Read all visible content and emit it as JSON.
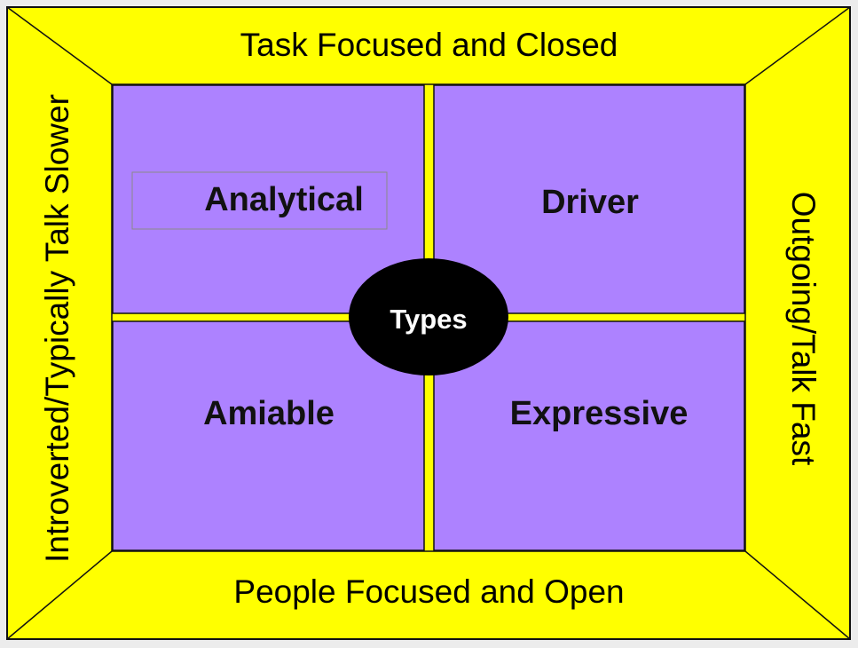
{
  "diagram": {
    "edges": {
      "top": "Task Focused and Closed",
      "bottom": "People Focused and Open",
      "left": "Introverted/Typically Talk Slower",
      "right": "Outgoing/Talk Fast"
    },
    "quadrants": {
      "top_left": "Analytical",
      "top_right": "Driver",
      "bottom_left": "Amiable",
      "bottom_right": "Expressive"
    },
    "center": "Types"
  },
  "colors": {
    "frame": "#ffff00",
    "quadrant": "#ad82ff",
    "center": "#000000",
    "outline": "#111111"
  }
}
